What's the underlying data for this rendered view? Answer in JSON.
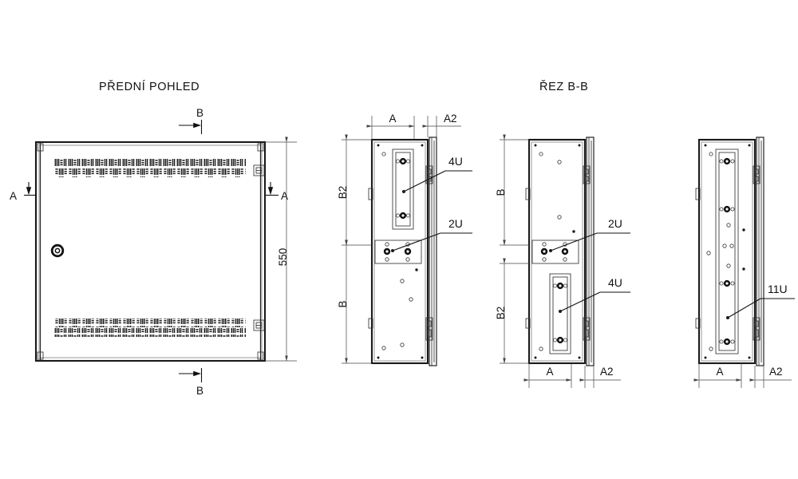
{
  "drawing": {
    "type": "technical-drawing",
    "subject": "wall-mount enclosure cabinet",
    "background_color": "#ffffff",
    "line_color": "#1a1a1a"
  },
  "titles": {
    "front_view": "PŘEDNÍ POHLED",
    "section_view": "ŘEZ B-B"
  },
  "front_view": {
    "section_marker_left": "A",
    "section_marker_right": "A",
    "section_marker_top": "B",
    "section_marker_bottom": "B",
    "height_dimension": "550",
    "lock_icon": "cylinder-lock",
    "louver_rows": 2,
    "louver_bands": 2
  },
  "views": [
    {
      "id": "section-view-1",
      "dimensions": {
        "width_inner": "A",
        "width_door": "A2",
        "upper_height": "B2",
        "lower_height": "B"
      },
      "labels": [
        {
          "text": "4U",
          "target": "upper-mounting-plate"
        },
        {
          "text": "2U",
          "target": "lower-mounting-bracket"
        }
      ]
    },
    {
      "id": "section-view-2",
      "dimensions": {
        "width_inner": "A",
        "width_door": "A2",
        "upper_height": "B",
        "lower_height": "B2"
      },
      "labels": [
        {
          "text": "2U",
          "target": "upper-mounting-bracket"
        },
        {
          "text": "4U",
          "target": "lower-mounting-plate"
        }
      ]
    },
    {
      "id": "section-view-3",
      "dimensions": {
        "width_inner": "A",
        "width_door": "A2"
      },
      "labels": [
        {
          "text": "11U",
          "target": "full-height-mounting-plate"
        }
      ]
    }
  ]
}
